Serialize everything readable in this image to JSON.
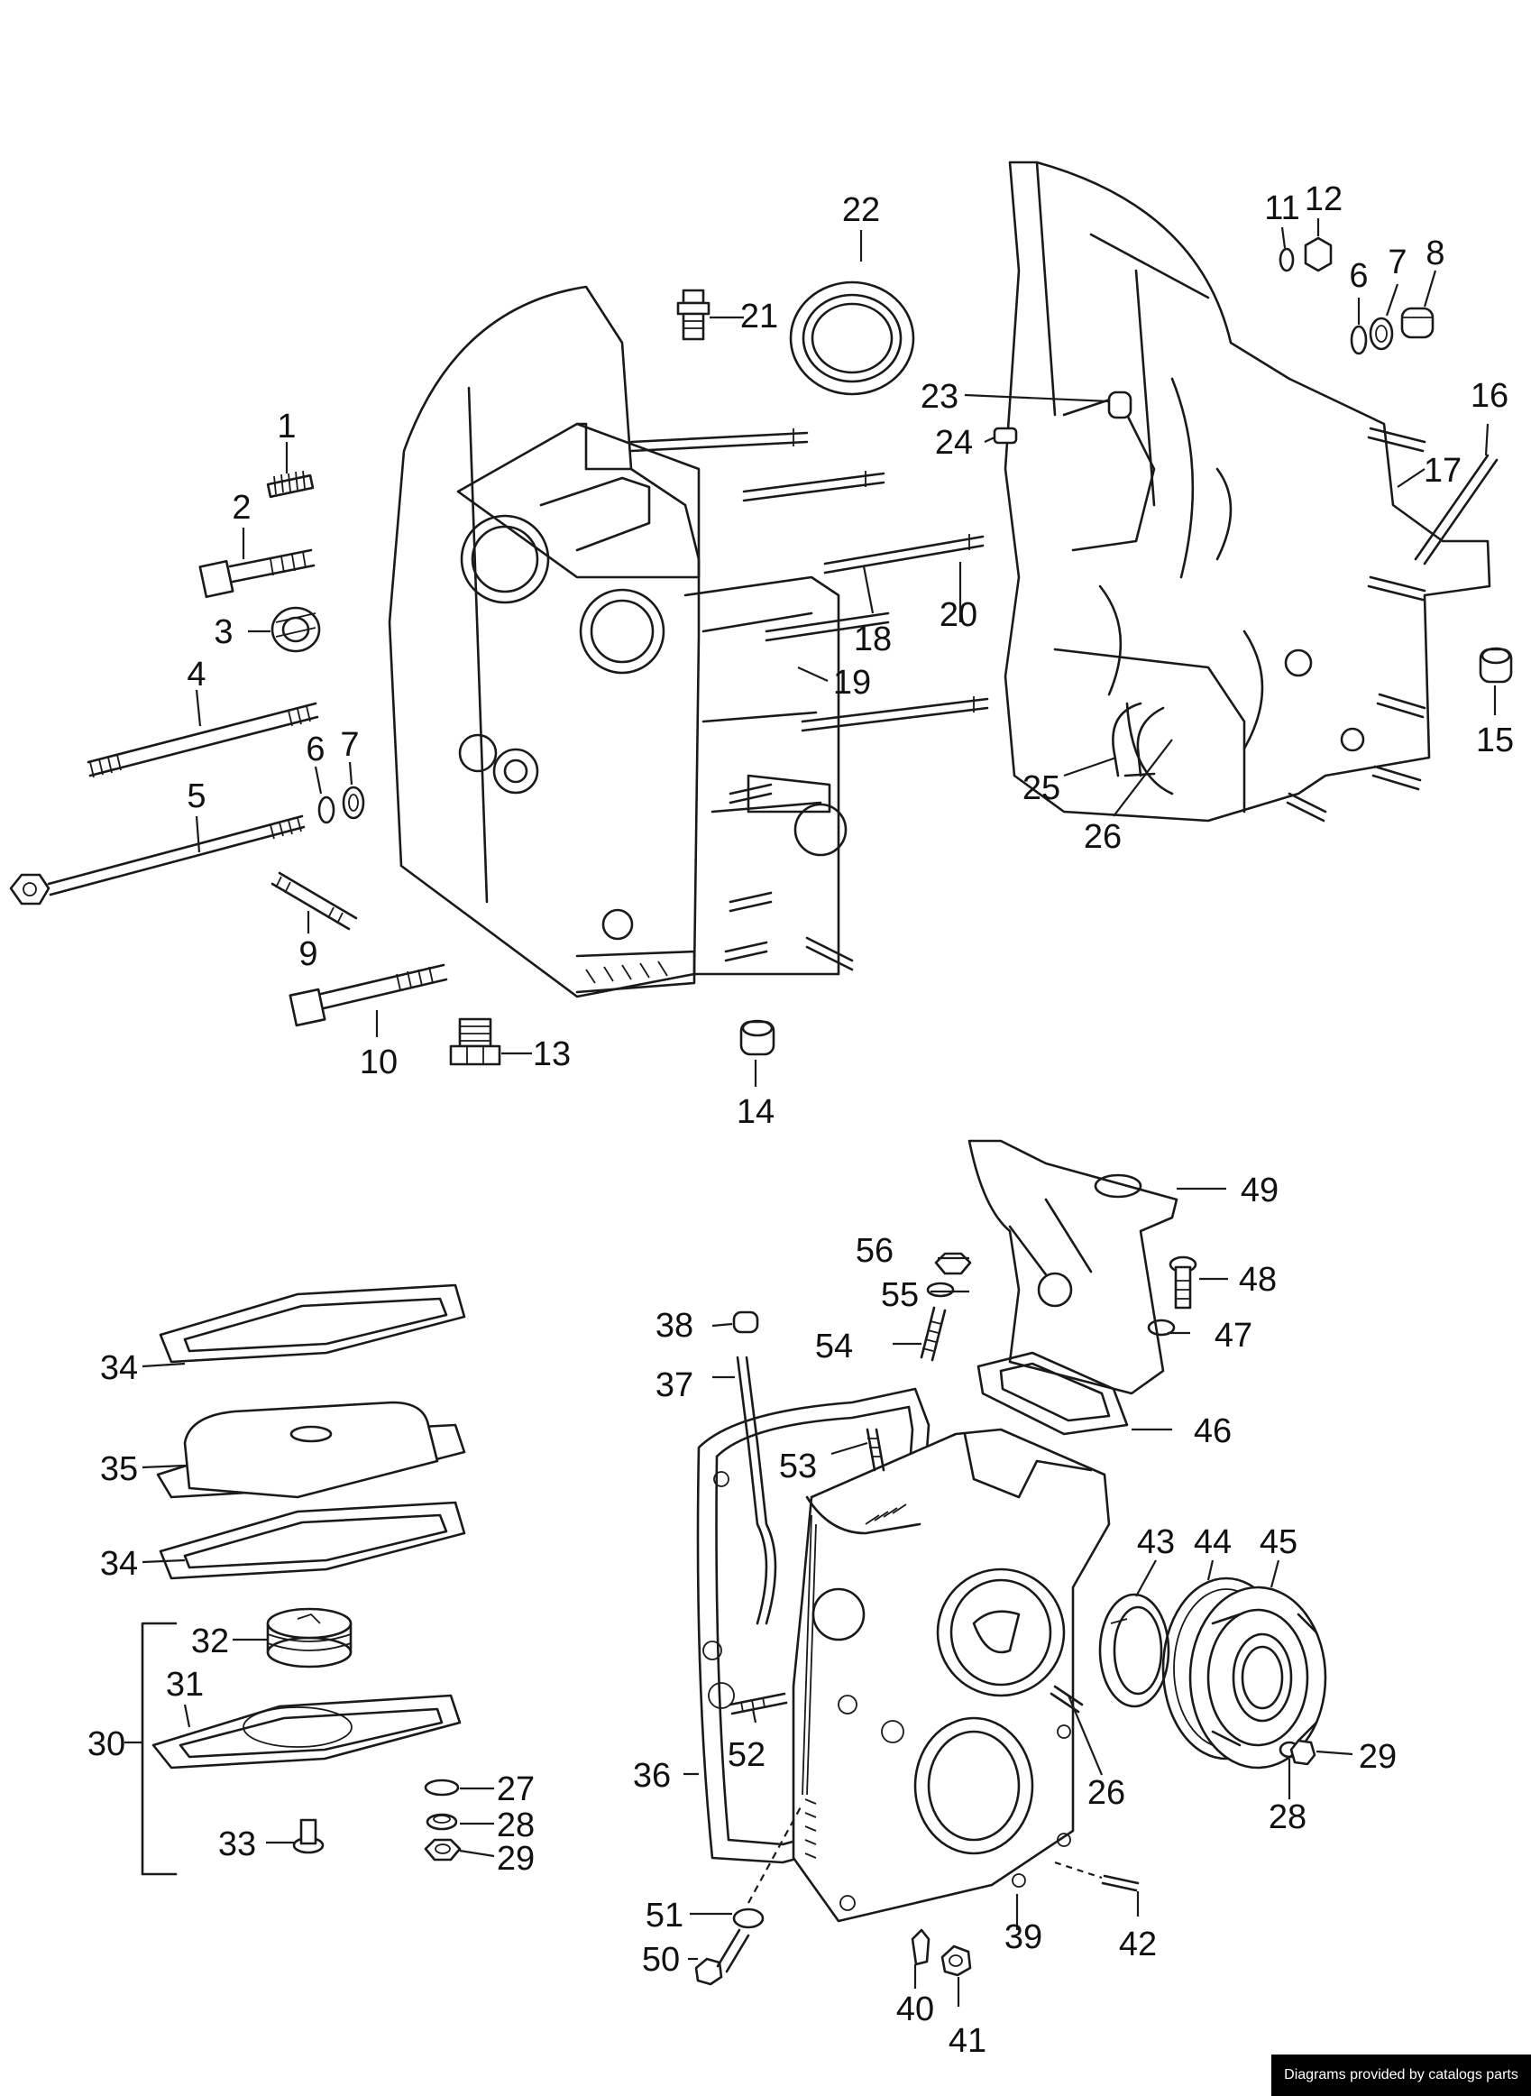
{
  "callouts": [
    "1",
    "2",
    "3",
    "4",
    "5",
    "6",
    "7",
    "8",
    "9",
    "10",
    "11",
    "12",
    "13",
    "14",
    "15",
    "16",
    "17",
    "18",
    "19",
    "20",
    "21",
    "22",
    "23",
    "24",
    "25",
    "26",
    "27",
    "28",
    "29",
    "30",
    "31",
    "32",
    "33",
    "34",
    "35",
    "36",
    "37",
    "38",
    "39",
    "40",
    "41",
    "42",
    "43",
    "44",
    "45",
    "46",
    "47",
    "48",
    "49",
    "50",
    "51",
    "52",
    "53",
    "54",
    "55",
    "56"
  ],
  "credit": "Diagrams provided by catalogs parts"
}
